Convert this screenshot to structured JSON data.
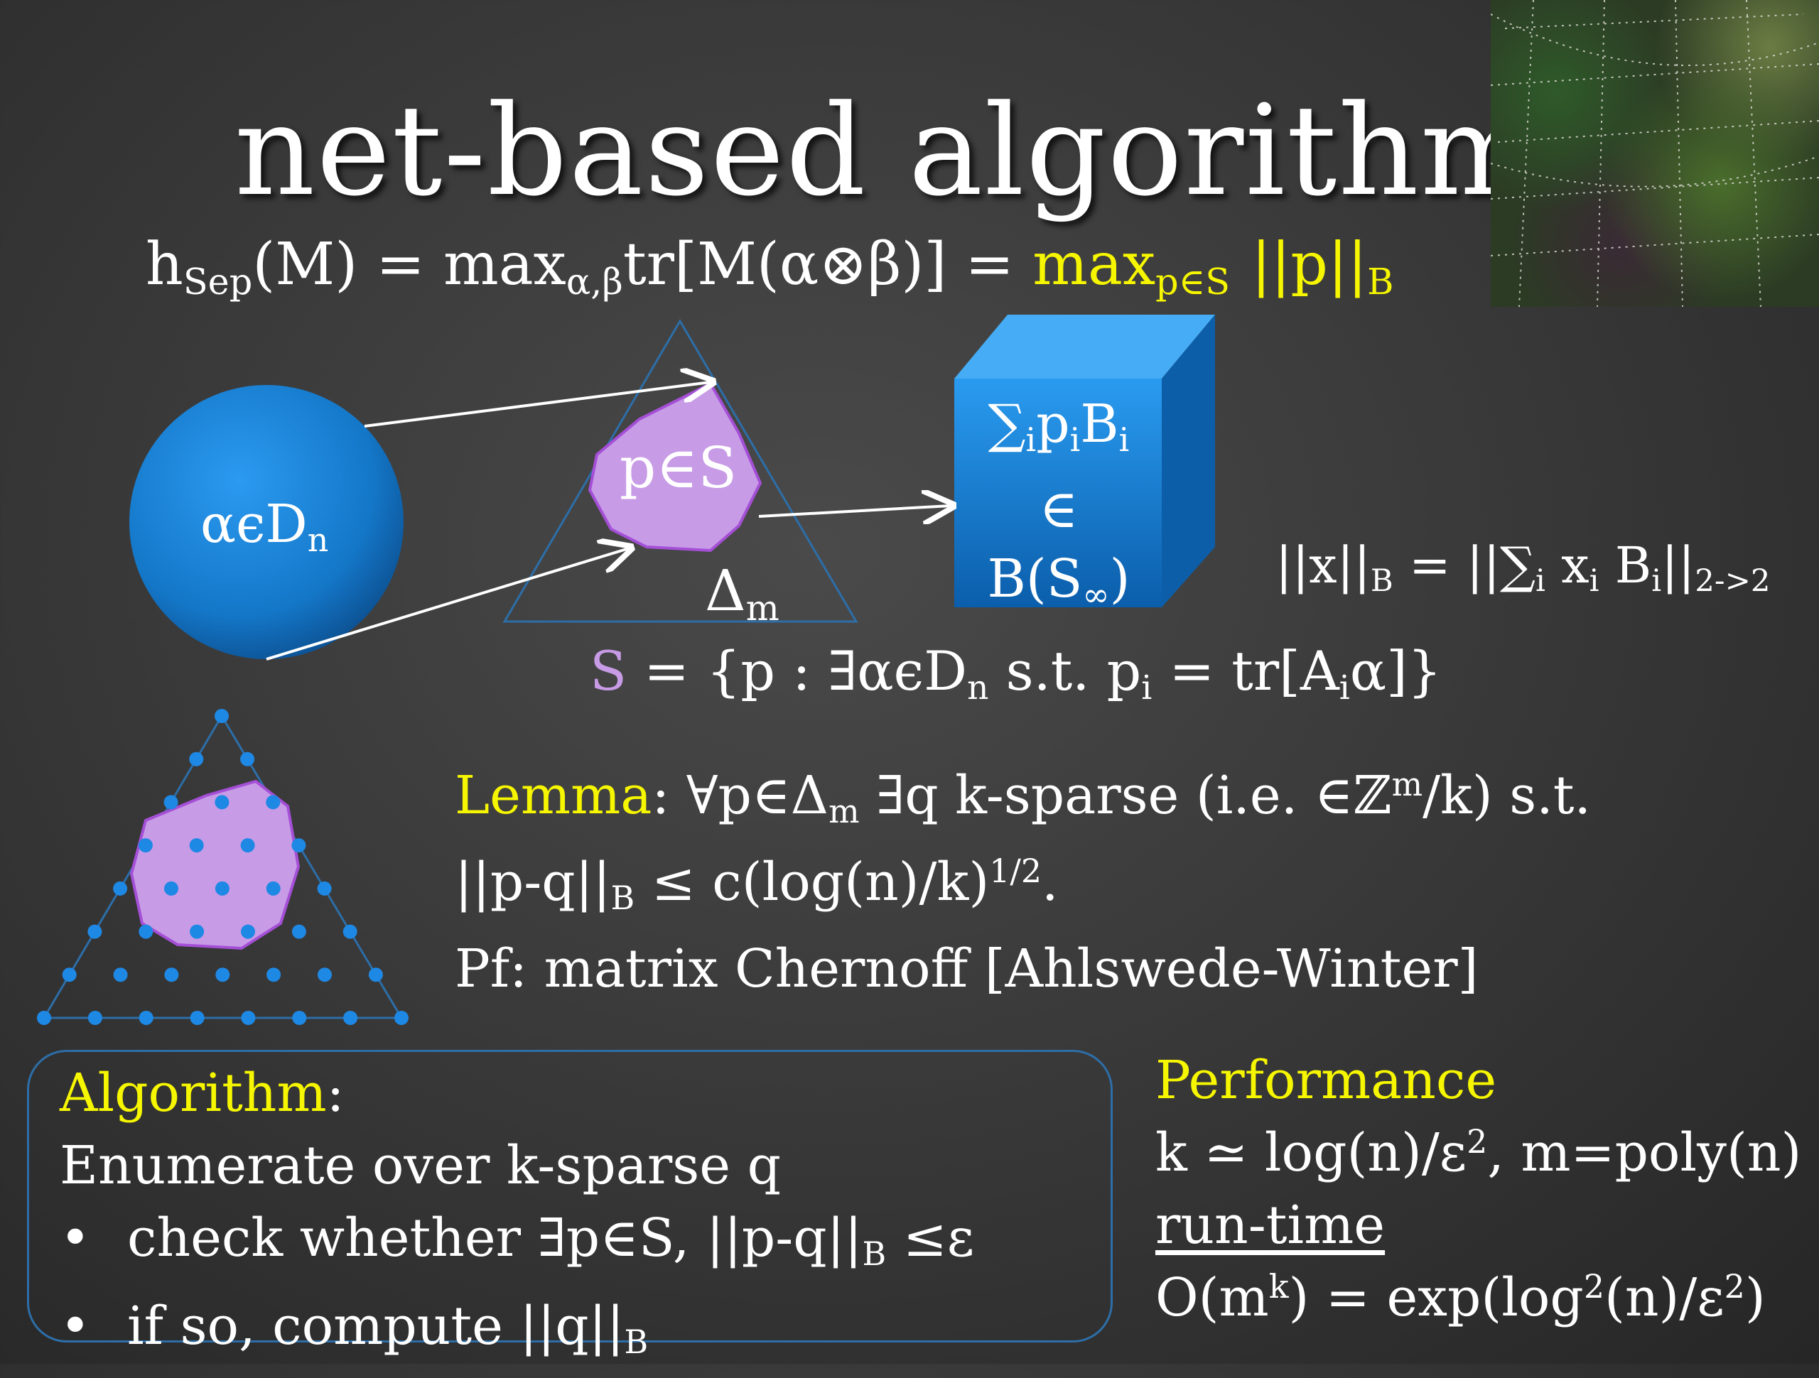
{
  "title": "net-based algorithms",
  "formula_top": {
    "h": "h",
    "h_sub": "Sep",
    "part1": "(M) = max",
    "max_sub": "α,β",
    "part2": "tr[M(α⊗β)] = ",
    "max2": "max",
    "max2_sub": "p∈S",
    "norm": "||p||",
    "norm_sub": "B"
  },
  "diagram": {
    "circle_label": "αϵD",
    "circle_sub": "n",
    "blob_label": "p∈S",
    "simplex_label": "Δ",
    "simplex_sub": "m",
    "cube_line1": "∑",
    "cube_line1_sub1": "i",
    "cube_line1_p": "p",
    "cube_line1_sub2": "i",
    "cube_line1_b": "B",
    "cube_line1_sub3": "i",
    "cube_line2": "∈",
    "cube_line3": "B(S",
    "cube_line3_sub": "∞",
    "cube_line3_end": ")"
  },
  "norm_def": {
    "left": "||x||",
    "left_sub": "B",
    "mid": " = ||∑",
    "mid_sub": "i",
    "x": " x",
    "x_sub": "i",
    "b": " B",
    "b_sub": "i",
    "end": "||",
    "end_sub": "2->2"
  },
  "set_def": {
    "s": "S",
    "part1": " = {p : ∃αϵD",
    "n_sub": "n",
    "part2": " s.t.  p",
    "i_sub": "i",
    "part3": " = tr[A",
    "i_sub2": "i",
    "part4": "α]}"
  },
  "lemma": {
    "label": "Lemma",
    "line1a": ": ∀p∈Δ",
    "line1_sub": "m",
    "line1b": " ∃q k-sparse (i.e. ∈ℤ",
    "line1_sup": "m",
    "line1c": "/k) s.t.",
    "line2a": "||p-q||",
    "line2_sub": "B",
    "line2b": " ≤ c(log(n)/k)",
    "line2_sup": "1/2",
    "line2c": ".",
    "line3": "Pf:  matrix  Chernoff  [Ahlswede-Winter]"
  },
  "algorithm": {
    "label": "Algorithm",
    "colon": ":",
    "line1": "Enumerate  over  k-sparse  q",
    "bullet": "•",
    "b1a": "check whether ∃p∈S,  ||p-q||",
    "b1_sub": "B",
    "b1b": " ≤ε",
    "b2a": "if  so,  compute  ||q||",
    "b2_sub": "B"
  },
  "performance": {
    "label": "Performance",
    "line1a": "k ≃ log(n)/ε",
    "line1_sup": "2",
    "line1b": ",  m=poly(n)",
    "runtime": "run-time",
    "line3a": "O(m",
    "line3_sup": "k",
    "line3b": ") = exp(log",
    "line3_sup2": "2",
    "line3c": "(n)/ε",
    "line3_sup3": "2",
    "line3d": ")"
  },
  "colors": {
    "yellow": "#f6f600",
    "purple": "#c79be6",
    "blue": "#1a7fd0",
    "dot_blue": "#1e88e5"
  }
}
